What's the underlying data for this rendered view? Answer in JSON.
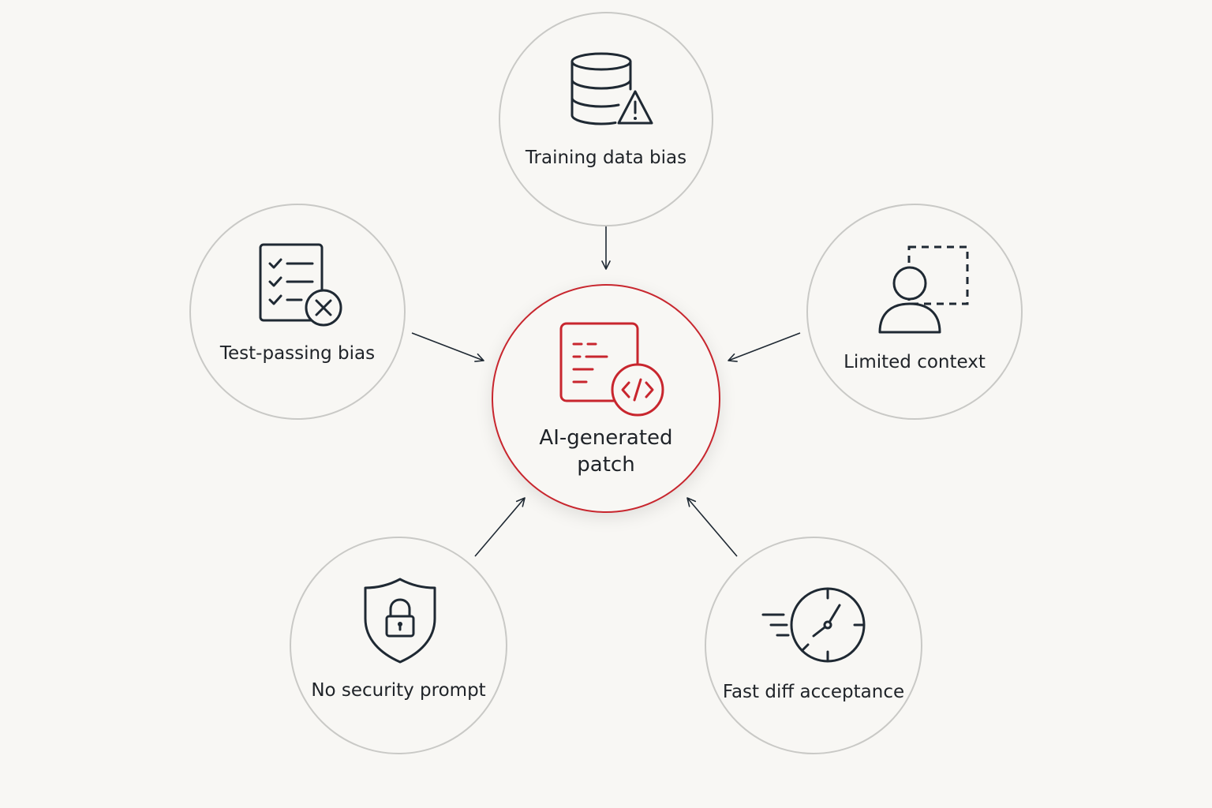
{
  "diagram": {
    "center": {
      "label_line1": "AI-generated",
      "label_line2": "patch",
      "icon": "code-document-icon"
    },
    "factors": [
      {
        "id": "training-data-bias",
        "label": "Training data bias",
        "icon": "database-warning-icon"
      },
      {
        "id": "test-passing-bias",
        "label": "Test-passing bias",
        "icon": "checklist-error-icon"
      },
      {
        "id": "limited-context",
        "label": "Limited context",
        "icon": "user-dashed-frame-icon"
      },
      {
        "id": "no-security-prompt",
        "label": "No security prompt",
        "icon": "shield-lock-icon"
      },
      {
        "id": "fast-diff-acceptance",
        "label": "Fast diff acceptance",
        "icon": "fast-clock-icon"
      }
    ],
    "colors": {
      "accent": "#c8262e",
      "ink": "#1f2933",
      "border": "#c9c9c6",
      "background": "#f8f7f4"
    }
  }
}
